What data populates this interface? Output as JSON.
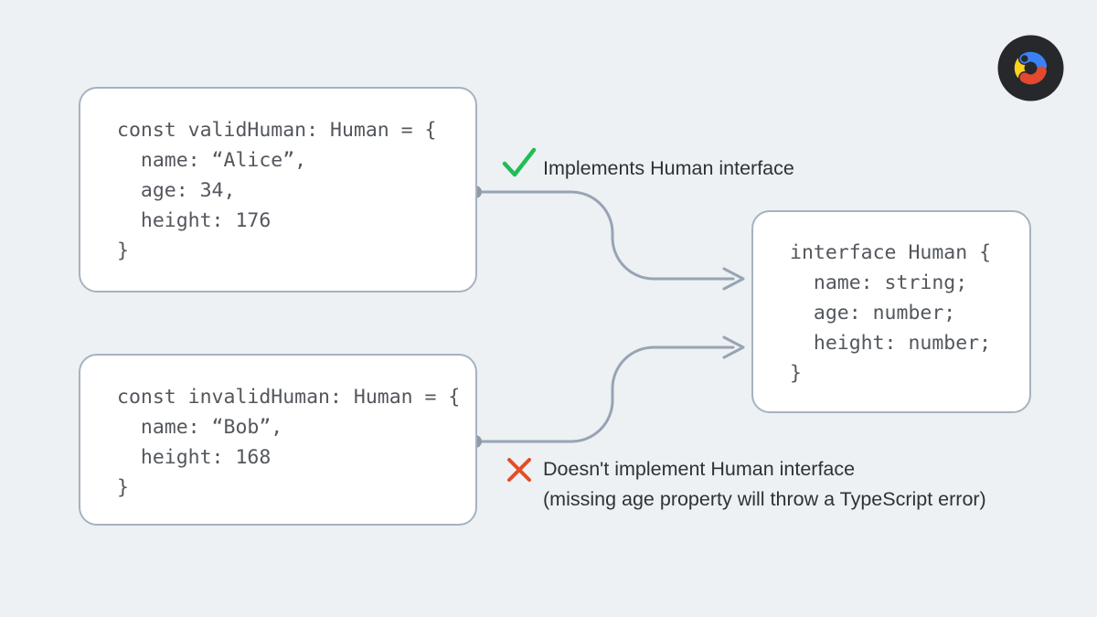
{
  "colors": {
    "background": "#edf1f4",
    "box_bg": "#ffffff",
    "box_border": "#a7b2c1",
    "code_text": "#53575d",
    "label_text": "#2e3237",
    "connector": "#98a4b4",
    "connector_dot": "#8e9aab",
    "check_green": "#1fbe53",
    "cross_red": "#e44d26",
    "logo_disc": "#26282b",
    "logo_blue": "#3c80f6",
    "logo_yellow": "#fcd21c",
    "logo_red": "#e2492f"
  },
  "code_boxes": {
    "valid_human": {
      "lines": [
        "const validHuman: Human = {",
        "  name: “Alice”,",
        "  age: 34,",
        "  height: 176",
        "}"
      ]
    },
    "invalid_human": {
      "lines": [
        "const invalidHuman: Human = {",
        "  name: “Bob”,",
        "  height: 168",
        "}"
      ]
    },
    "human_interface": {
      "lines": [
        "interface Human {",
        "  name: string;",
        "  age: number;",
        "  height: number;",
        "}"
      ]
    }
  },
  "annotations": {
    "valid": {
      "icon": "check-icon",
      "text": "Implements Human interface"
    },
    "invalid": {
      "icon": "x-icon",
      "text_line1": "Doesn't implement Human interface",
      "text_line2": "(missing age property will throw a TypeScript error)"
    }
  },
  "logo": {
    "name": "contentful-logo"
  }
}
